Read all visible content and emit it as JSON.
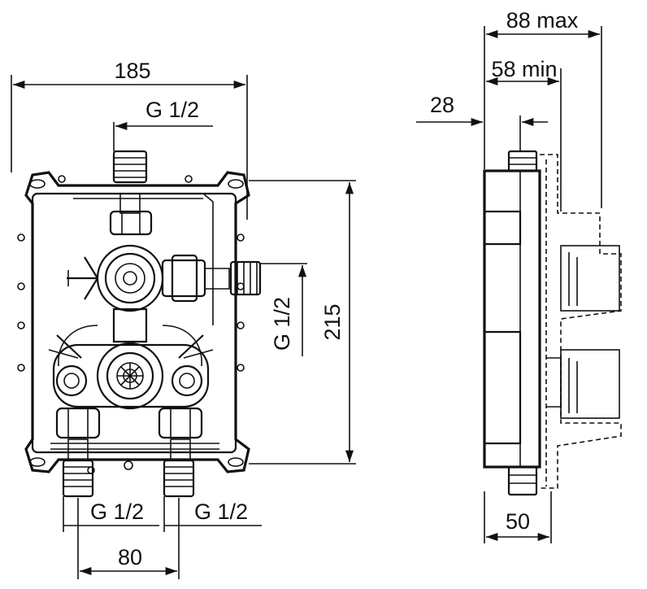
{
  "front_view": {
    "width_label": "185",
    "height_label": "215",
    "top_inlet_label": "G 1/2",
    "side_outlet_label": "G 1/2",
    "bottom_left_label": "G 1/2",
    "bottom_right_label": "G 1/2",
    "spacing_label": "80"
  },
  "side_view": {
    "max_depth_label": "88 max",
    "min_depth_label": "58 min",
    "offset_label": "28",
    "body_depth_label": "50"
  }
}
